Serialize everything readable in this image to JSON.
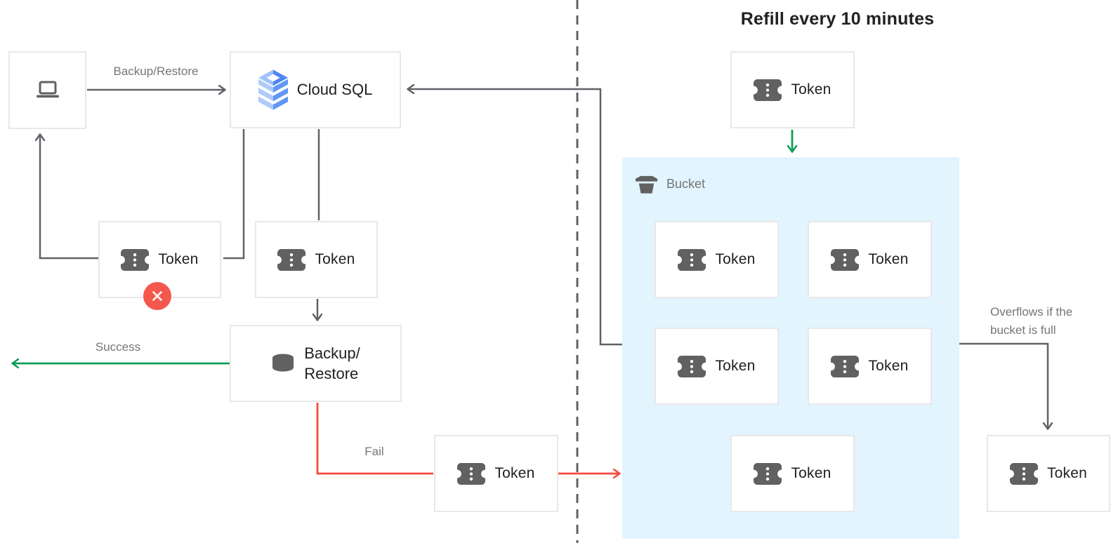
{
  "title": "Refill every 10 minutes",
  "nodes": {
    "cloud_sql_label": "Cloud SQL",
    "backup_restore_line1": "Backup/",
    "backup_restore_line2": "Restore",
    "token_label": "Token",
    "bucket_label": "Bucket"
  },
  "edge_labels": {
    "backup_restore": "Backup/Restore",
    "success": "Success",
    "fail": "Fail",
    "overflow": "Overflows if the bucket is full"
  },
  "icons": {
    "client": "laptop-icon",
    "cloud_sql": "cloud-sql-stack-icon",
    "token": "token-ticket-icon",
    "backup_restore": "database-icon",
    "bucket": "bucket-icon",
    "denied": "x-circle-icon"
  },
  "colors": {
    "success_green": "#0F9D58",
    "fail_red": "#F4493C",
    "badge_red": "#F4584D",
    "bucket_fill": "#E2F4FD",
    "line_gray": "#5F6368",
    "text_dark": "#212121",
    "text_gray": "#757575",
    "icon_gray": "#616161",
    "box_border": "#E8E8E8"
  }
}
